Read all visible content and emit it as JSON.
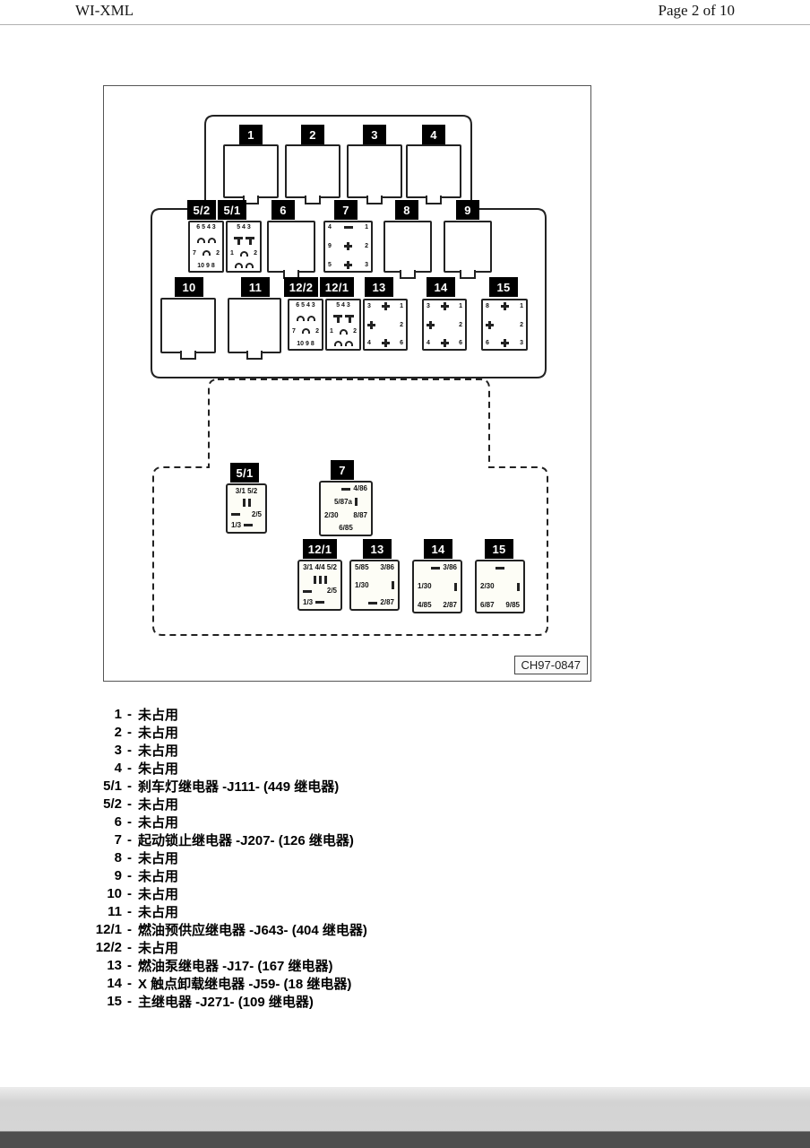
{
  "header": {
    "doc_id": "WI-XML",
    "page_info": "Page 2 of 10"
  },
  "diagram": {
    "figure_ref": "CH97-0847",
    "slot_labels": {
      "r1": [
        "1",
        "2",
        "3",
        "4"
      ],
      "r2": [
        "5/2",
        "5/1",
        "6",
        "7",
        "8",
        "9"
      ],
      "r3": [
        "10",
        "11",
        "12/2",
        "12/1",
        "13",
        "14",
        "15"
      ]
    },
    "pin_text": {
      "s5_left": {
        "r1": "6 5 4 3",
        "r3a": "7",
        "r3b": "2",
        "r5": "10 9 8"
      },
      "s5_right": {
        "r1": "5 4 3",
        "r3a": "1",
        "r3b": "2"
      },
      "s7": {
        "r1": [
          "4",
          "1"
        ],
        "r2": [
          "9",
          "2"
        ],
        "r3": [
          "5",
          "3"
        ]
      },
      "s12_left": {
        "r1": "6 5 4 3",
        "r3a": "7",
        "r3b": "2",
        "r5": "10 9 8"
      },
      "s12_right": {
        "r1": "5 4 3",
        "r3a": "1",
        "r3b": "2"
      },
      "s13": {
        "r1": [
          "3",
          "1"
        ],
        "r2": "2",
        "r3": [
          "4",
          "6"
        ]
      },
      "s14": {
        "r1": [
          "3",
          "1"
        ],
        "r2": "2",
        "r3": [
          "4",
          "6"
        ]
      },
      "s15": {
        "r1": [
          "8",
          "1"
        ],
        "r2": "2",
        "r3": [
          "6",
          "3"
        ]
      }
    },
    "details": [
      {
        "label": "5/1",
        "l1": "3/1 5/2",
        "l2": "2/5",
        "l3": "1/3"
      },
      {
        "label": "7",
        "l1": "4/86",
        "l2": "5/87a",
        "l3a": "2/30",
        "l3b": "8/87",
        "l4": "6/85"
      },
      {
        "label": "12/1",
        "l1": "3/1 4/4 5/2",
        "l2": "2/5",
        "l3": "1/3"
      },
      {
        "label": "13",
        "l1a": "5/85",
        "l1b": "3/86",
        "l2": "1/30",
        "l3": "2/87"
      },
      {
        "label": "14",
        "l1": "3/86",
        "l2": "1/30",
        "l3a": "4/85",
        "l3b": "2/87"
      },
      {
        "label": "15",
        "l1": "2/30",
        "l3a": "6/87",
        "l3b": "9/85"
      }
    ]
  },
  "legend": {
    "separator": "-",
    "items": [
      {
        "num": "1",
        "desc": "未占用"
      },
      {
        "num": "2",
        "desc": "未占用"
      },
      {
        "num": "3",
        "desc": "未占用"
      },
      {
        "num": "4",
        "desc": "朱占用"
      },
      {
        "num": "5/1",
        "desc": "刹车灯继电器 -J111- (449 继电器)"
      },
      {
        "num": "5/2",
        "desc": "未占用"
      },
      {
        "num": "6",
        "desc": "未占用"
      },
      {
        "num": "7",
        "desc": "起动锁止继电器 -J207- (126 继电器)"
      },
      {
        "num": "8",
        "desc": "未占用"
      },
      {
        "num": "9",
        "desc": "未占用"
      },
      {
        "num": "10",
        "desc": "未占用"
      },
      {
        "num": "11",
        "desc": "未占用"
      },
      {
        "num": "12/1",
        "desc": "燃油预供应继电器 -J643- (404 继电器)"
      },
      {
        "num": "12/2",
        "desc": "未占用"
      },
      {
        "num": "13",
        "desc": "燃油泵继电器 -J17- (167 继电器)"
      },
      {
        "num": "14",
        "desc": "X 触点卸载继电器 -J59- (18 继电器)"
      },
      {
        "num": "15",
        "desc": "主继电器 -J271- (109 继电器)"
      }
    ]
  }
}
